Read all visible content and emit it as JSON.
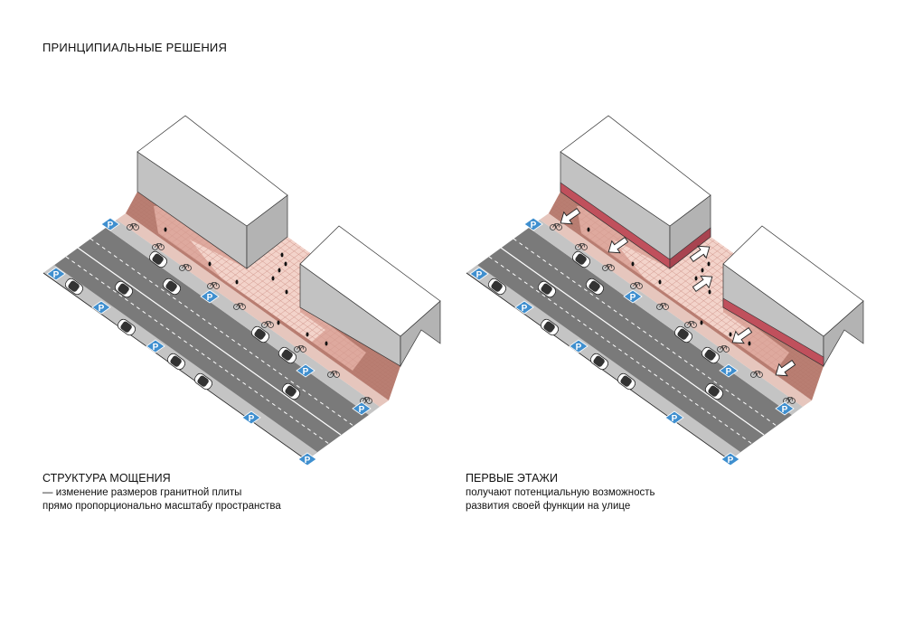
{
  "title": "ПРИНЦИПИАЛЬНЫЕ РЕШЕНИЯ",
  "parking_sign": "P",
  "panels": [
    {
      "heading": "СТРУКТУРА МОЩЕНИЯ",
      "lines": [
        "— изменение размеров гранитной плиты",
        "прямо пропорционально масштабу пространства"
      ]
    },
    {
      "heading": "ПЕРВЫЕ ЭТАЖИ",
      "lines": [
        "получают потенциальную возможность",
        "развития своей функции на улице"
      ]
    }
  ],
  "colors": {
    "road": "#7a7a7a",
    "parking_strip": "#c4c4c4",
    "bike_lane": "#e6c6bd",
    "dark_paving": "#b97e72",
    "plaza": "#f3d3ca",
    "ground_floor_accent": "#c0505c",
    "parking_blue": "#3f8fcf"
  }
}
